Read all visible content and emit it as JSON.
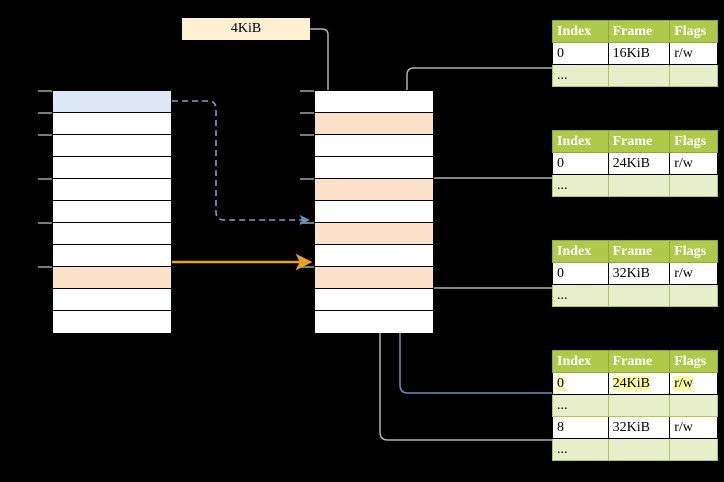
{
  "diagram": {
    "title_label": "4KiB",
    "page_size_label": {
      "text": "4KiB",
      "bg": "#FDF0D0"
    },
    "colors": {
      "header_green": "#AFCA4B",
      "alt_row_green": "#E8EEC9",
      "highlight_yellow": "#FFFBA0",
      "peach": "#FCE0C8",
      "blue_row": "#DDE8F7",
      "orange_arrow": "#E8A317",
      "blue_arrow": "#6A8FC0",
      "gray_arrow": "#AAAAAA",
      "background": "#000000"
    },
    "left_column": {
      "name": "virtual-address-space",
      "row_count": 11,
      "rows": [
        {
          "index": 0,
          "fill": "blue"
        },
        {
          "index": 1,
          "fill": "white"
        },
        {
          "index": 2,
          "fill": "white"
        },
        {
          "index": 3,
          "fill": "white"
        },
        {
          "index": 4,
          "fill": "white"
        },
        {
          "index": 5,
          "fill": "white"
        },
        {
          "index": 6,
          "fill": "white"
        },
        {
          "index": 7,
          "fill": "white"
        },
        {
          "index": 8,
          "fill": "peach"
        },
        {
          "index": 9,
          "fill": "white"
        },
        {
          "index": 10,
          "fill": "white"
        }
      ]
    },
    "middle_column": {
      "name": "physical-memory",
      "row_count": 11,
      "rows": [
        {
          "index": 0,
          "fill": "white"
        },
        {
          "index": 1,
          "fill": "peach"
        },
        {
          "index": 2,
          "fill": "white"
        },
        {
          "index": 3,
          "fill": "white"
        },
        {
          "index": 4,
          "fill": "peach"
        },
        {
          "index": 5,
          "fill": "white"
        },
        {
          "index": 6,
          "fill": "peach"
        },
        {
          "index": 7,
          "fill": "white"
        },
        {
          "index": 8,
          "fill": "peach"
        },
        {
          "index": 9,
          "fill": "white"
        },
        {
          "index": 10,
          "fill": "white"
        }
      ]
    },
    "tables": [
      {
        "name": "page-table-level-1",
        "headers": [
          "Index",
          "Frame",
          "Flags"
        ],
        "rows": [
          {
            "cells": [
              "0",
              "16KiB",
              "r/w"
            ],
            "style": "normal",
            "highlight": []
          },
          {
            "cells": [
              "...",
              "",
              ""
            ],
            "style": "alt",
            "highlight": []
          }
        ]
      },
      {
        "name": "page-table-level-2",
        "headers": [
          "Index",
          "Frame",
          "Flags"
        ],
        "rows": [
          {
            "cells": [
              "0",
              "24KiB",
              "r/w"
            ],
            "style": "normal",
            "highlight": []
          },
          {
            "cells": [
              "...",
              "",
              ""
            ],
            "style": "alt",
            "highlight": []
          }
        ]
      },
      {
        "name": "page-table-level-3",
        "headers": [
          "Index",
          "Frame",
          "Flags"
        ],
        "rows": [
          {
            "cells": [
              "0",
              "32KiB",
              "r/w"
            ],
            "style": "normal",
            "highlight": []
          },
          {
            "cells": [
              "...",
              "",
              ""
            ],
            "style": "alt",
            "highlight": []
          }
        ]
      },
      {
        "name": "page-table-level-4",
        "headers": [
          "Index",
          "Frame",
          "Flags"
        ],
        "rows": [
          {
            "cells": [
              "0",
              "24KiB",
              "r/w"
            ],
            "style": "normal",
            "highlight": [
              0,
              1,
              2
            ]
          },
          {
            "cells": [
              "...",
              "",
              ""
            ],
            "style": "alt",
            "highlight": []
          },
          {
            "cells": [
              "8",
              "32KiB",
              "r/w"
            ],
            "style": "normal",
            "highlight": []
          },
          {
            "cells": [
              "...",
              "",
              ""
            ],
            "style": "alt",
            "highlight": []
          }
        ]
      }
    ],
    "connectors": [
      {
        "name": "page-size-to-frame",
        "kind": "gray-arrow"
      },
      {
        "name": "level1-frame-to-memory",
        "kind": "gray-arrow"
      },
      {
        "name": "level2-frame-to-memory",
        "kind": "gray-arrow"
      },
      {
        "name": "level3-frame-to-memory",
        "kind": "gray-arrow"
      },
      {
        "name": "level4-frame-back-to-memory",
        "kind": "gray-arrow"
      },
      {
        "name": "virtual-page-to-physical-frame",
        "kind": "blue-dashed-arrow"
      },
      {
        "name": "mapped-page-to-frame",
        "kind": "orange-solid-arrow"
      },
      {
        "name": "level4-entry-to-target-frame",
        "kind": "blue-solid-arrow"
      }
    ]
  }
}
